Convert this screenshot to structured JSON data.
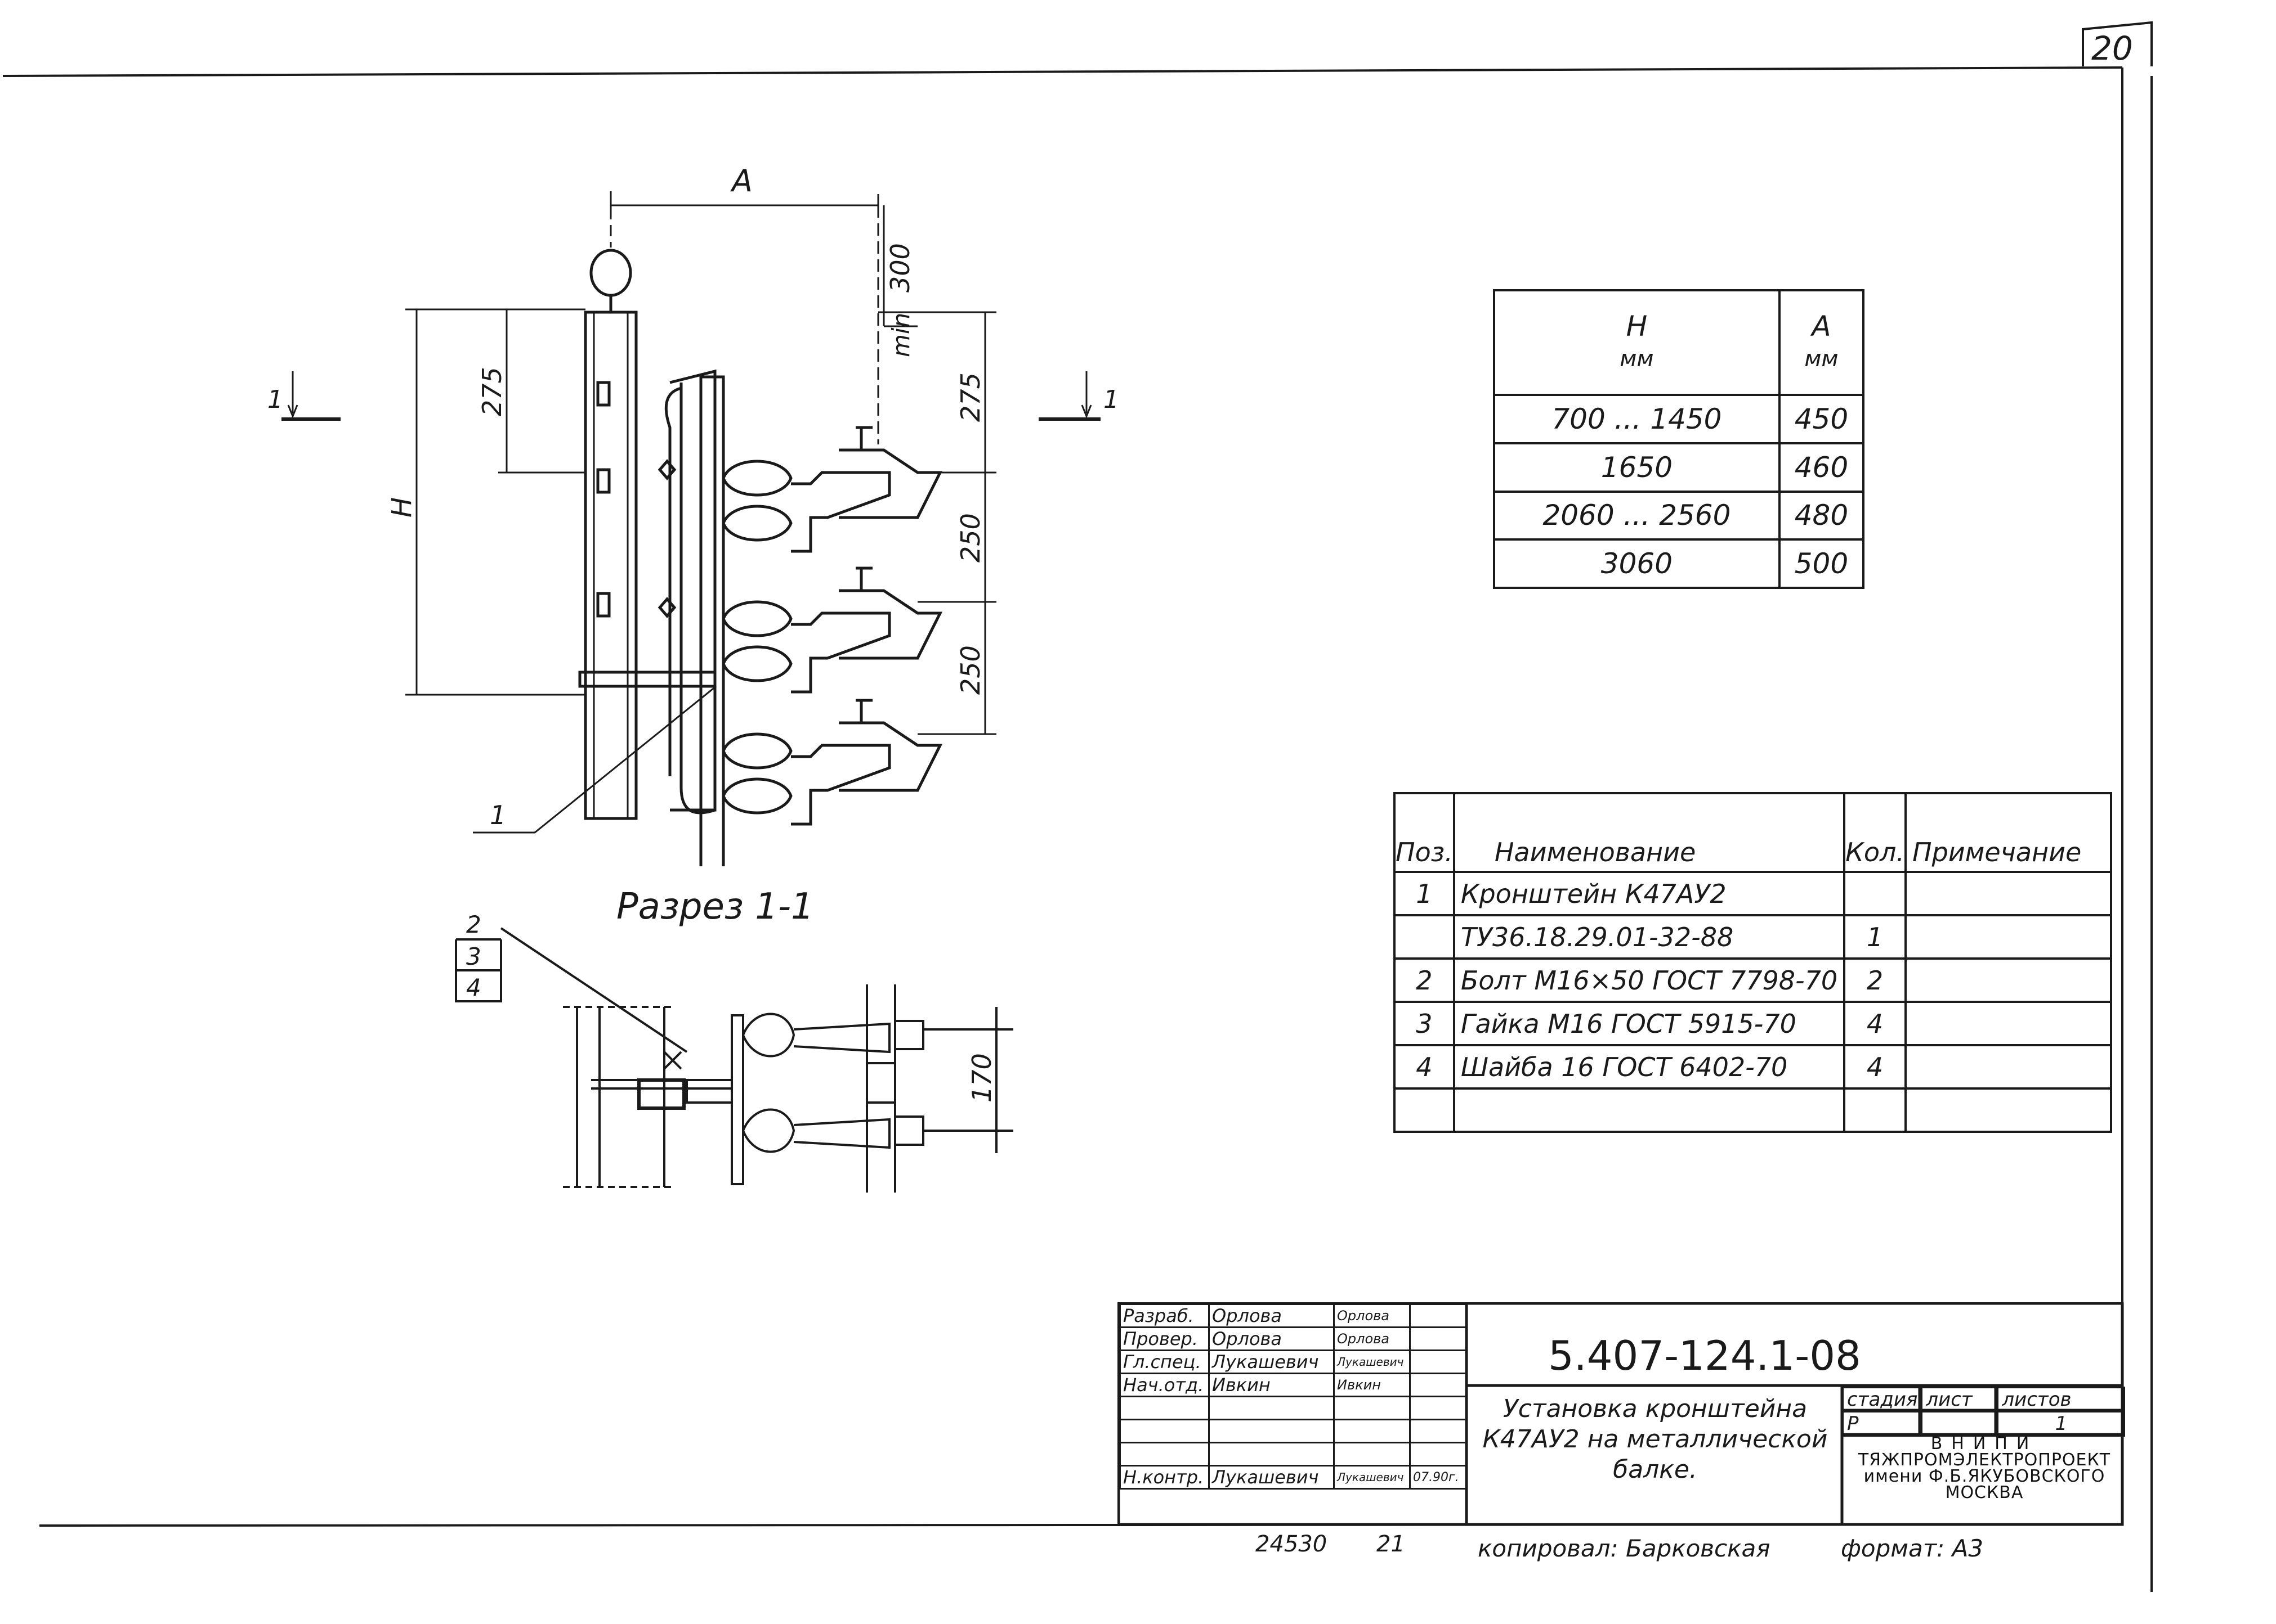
{
  "sheet_number": "20",
  "drawing": {
    "dimensions": {
      "a": "A",
      "min300": "300",
      "min": "min",
      "h": "H",
      "d275_left": "275",
      "d275_right": "275",
      "d250_1": "250",
      "d250_2": "250",
      "d170": "170"
    },
    "section_mark_left": "1",
    "section_mark_right": "1",
    "callout_1": "1",
    "section_title": "Разрез 1-1",
    "callouts": [
      "2",
      "3",
      "4"
    ]
  },
  "ha_table": {
    "header_h": "H",
    "header_h_unit": "мм",
    "header_a": "A",
    "header_a_unit": "мм",
    "rows": [
      {
        "h": "700 ... 1450",
        "a": "450"
      },
      {
        "h": "1650",
        "a": "460"
      },
      {
        "h": "2060 ... 2560",
        "a": "480"
      },
      {
        "h": "3060",
        "a": "500"
      }
    ]
  },
  "spec_table": {
    "header": {
      "pos": "Поз.",
      "name": "Наименование",
      "qty": "Кол.",
      "note": "Примечание"
    },
    "rows": [
      {
        "pos": "1",
        "name": "Кронштейн К47АУ2",
        "qty": "",
        "note": ""
      },
      {
        "pos": "",
        "name": "ТУ36.18.29.01-32-88",
        "qty": "1",
        "note": ""
      },
      {
        "pos": "2",
        "name": "Болт М16×50 ГОСТ 7798-70",
        "qty": "2",
        "note": ""
      },
      {
        "pos": "3",
        "name": "Гайка М16 ГОСТ 5915-70",
        "qty": "4",
        "note": ""
      },
      {
        "pos": "4",
        "name": "Шайба 16 ГОСТ 6402-70",
        "qty": "4",
        "note": ""
      },
      {
        "pos": "",
        "name": "",
        "qty": "",
        "note": ""
      }
    ]
  },
  "title_block": {
    "code": "5.407-124.1-08",
    "title": "Установка кронштейна К47АУ2 на металлической балке.",
    "signatures": [
      {
        "role": "Разраб.",
        "name": "Орлова",
        "sign": "Орлова",
        "date": ""
      },
      {
        "role": "Провер.",
        "name": "Орлова",
        "sign": "Орлова",
        "date": ""
      },
      {
        "role": "Гл.спец.",
        "name": "Лукашевич",
        "sign": "Лукашевич",
        "date": ""
      },
      {
        "role": "Нач.отд.",
        "name": "Ивкин",
        "sign": "Ивкин",
        "date": ""
      },
      {
        "role": "",
        "name": "",
        "sign": "",
        "date": ""
      },
      {
        "role": "",
        "name": "",
        "sign": "",
        "date": ""
      },
      {
        "role": "",
        "name": "",
        "sign": "",
        "date": ""
      },
      {
        "role": "Н.контр.",
        "name": "Лукашевич",
        "sign": "Лукашевич",
        "date": "07.90г."
      }
    ],
    "stage_header": "стадия",
    "sheet_header": "лист",
    "sheets_header": "листов",
    "stage_value": "Р",
    "sheet_value": "",
    "sheets_value": "1",
    "org_line1": "ВНИПИ",
    "org_line2": "ТЯЖПРОМЭЛЕКТРОПРОЕКТ",
    "org_line3": "имени Ф.Б.ЯКУБОВСКОГО",
    "org_line4": "МОСКВА"
  },
  "footer": {
    "inv_number": "24530",
    "page": "21",
    "copied": "копировал: Барковская",
    "format": "формат: А3"
  }
}
